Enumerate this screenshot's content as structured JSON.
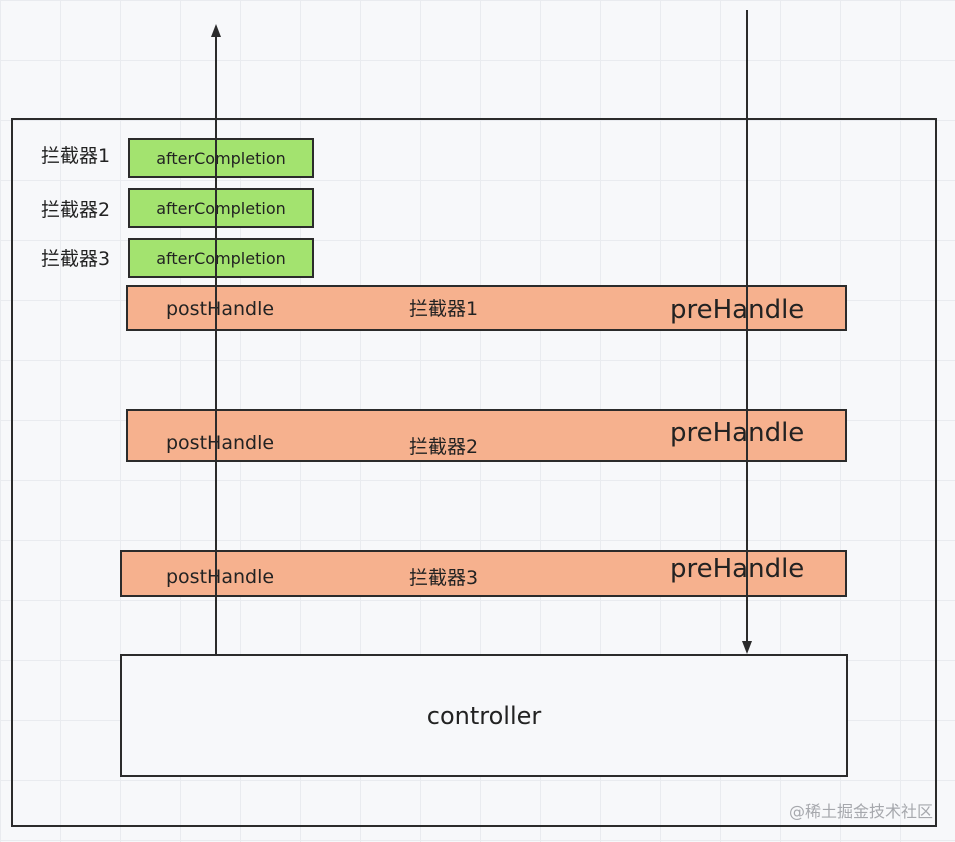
{
  "interceptors": [
    {
      "name": "拦截器1",
      "after": "afterCompletion",
      "post": "postHandle",
      "pre": "preHandle"
    },
    {
      "name": "拦截器2",
      "after": "afterCompletion",
      "post": "postHandle",
      "pre": "preHandle"
    },
    {
      "name": "拦截器3",
      "after": "afterCompletion",
      "post": "postHandle",
      "pre": "preHandle"
    }
  ],
  "controller": "controller",
  "watermark": "@稀土掘金技术社区",
  "colors": {
    "after_completion_fill": "#a3e36f",
    "handle_fill": "#f6b18e",
    "stroke": "#2b2b2b"
  }
}
